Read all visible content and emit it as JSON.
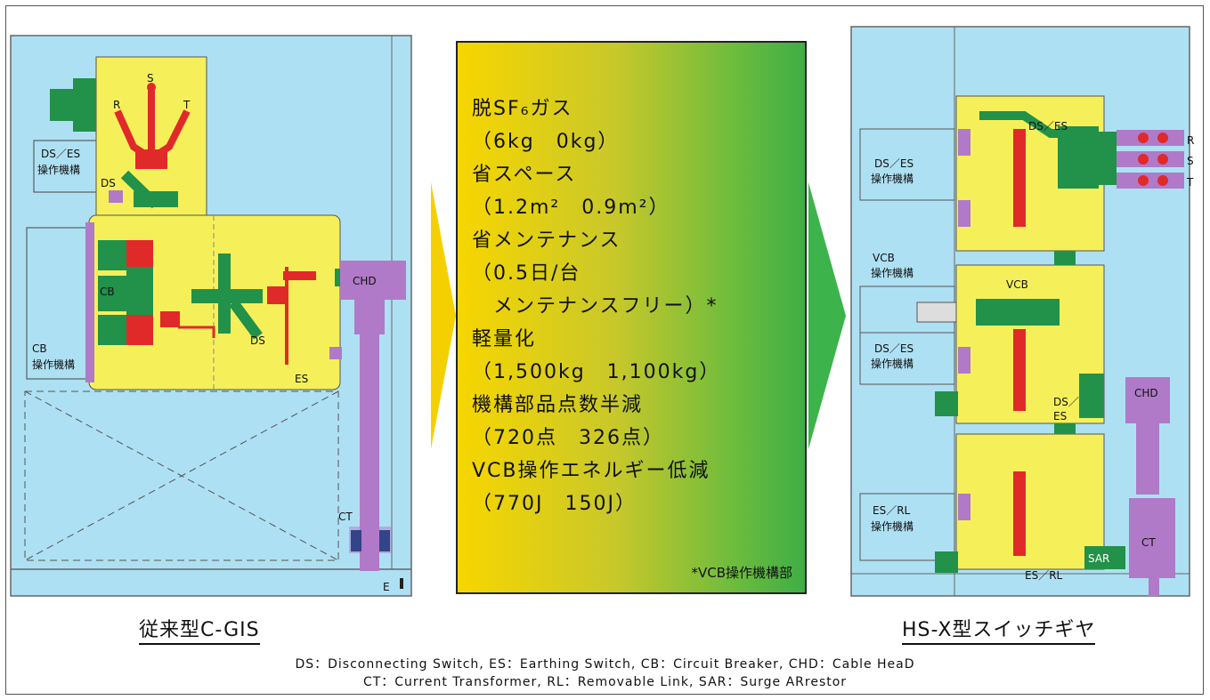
{
  "left": {
    "caption": "従来型C‐GIS",
    "labels": {
      "S": "S",
      "R": "R",
      "T": "T",
      "ds_es_op_1": "DS／ES",
      "ds_es_op_2": "操作機構",
      "ds": "DS",
      "cb": "CB",
      "cb_op_1": "CB",
      "cb_op_2": "操作機構",
      "ds2": "DS",
      "es": "ES",
      "chd": "CHD",
      "ct": "CT",
      "e": "E"
    }
  },
  "center": {
    "lines": [
      "脱SF₆ガス",
      "（6kg　0kg）",
      "省スペース",
      "（1.2m²　0.9m²）",
      "省メンテナンス",
      "（0.5日/台",
      "　メンテナンスフリー）*",
      "軽量化",
      "（1,500kg　1,100kg）",
      "機構部品点数半減",
      "（720点　326点）",
      "VCB操作エネルギー低減",
      "（770J　150J）"
    ],
    "note": "*VCB操作機構部"
  },
  "right": {
    "caption": "HS‐X型スイッチギヤ",
    "labels": {
      "ds_es_top": "DS／ES",
      "r": "R",
      "s": "S",
      "t": "T",
      "op1_1": "DS／ES",
      "op1_2": "操作機構",
      "vcb_op_1": "VCB",
      "vcb_op_2": "操作機構",
      "vcb": "VCB",
      "op2_1": "DS／ES",
      "op2_2": "操作機構",
      "ds_es_mid_1": "DS／",
      "ds_es_mid_2": "ES",
      "chd": "CHD",
      "op3_1": "ES／RL",
      "op3_2": "操作機構",
      "ct": "CT",
      "sar": "SAR",
      "es_rl": "ES／RL"
    }
  },
  "legend": {
    "line1": "DS：Disconnecting Switch, ES：Earthing Switch, CB：Circuit Breaker, CHD：Cable HeaD",
    "line2": "CT：Current Transformer, RL：Removable Link, SAR：Surge ARrestor"
  },
  "colors": {
    "panel": "#aee0f3",
    "yellow": "#f5f05a",
    "green": "#22914a",
    "red": "#e02a2a",
    "purple": "#b07ac8",
    "arrow_left": "#f5d000",
    "arrow_right": "#3cb44b"
  }
}
